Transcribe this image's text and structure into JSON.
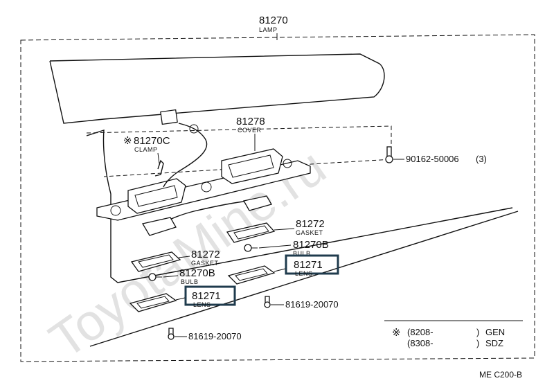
{
  "main": {
    "part_number": "81270",
    "part_name": "LAMP",
    "diagram_code": "ME C200-B"
  },
  "watermark": "ToyotaMine.ru",
  "callouts": {
    "cover": {
      "number": "81278",
      "name": "COVER"
    },
    "clamp": {
      "mark": "※",
      "number": "81270C",
      "name": "CLAMP"
    },
    "screw_top": {
      "number": "90162-50006",
      "qty": "(3)"
    },
    "gasket_right": {
      "number": "81272",
      "name": "GASKET"
    },
    "bulb_right": {
      "number": "81270B",
      "name": "BULB"
    },
    "gasket_left": {
      "number": "81272",
      "name": "GASKET"
    },
    "lens_right": {
      "number": "81271",
      "name": "LENS"
    },
    "bulb_left": {
      "number": "81270B",
      "name": "BULB"
    },
    "lens_left": {
      "number": "81271",
      "name": "LENS"
    },
    "screw_mid": {
      "number": "81619-20070"
    },
    "screw_bottom": {
      "number": "81619-20070"
    }
  },
  "legend": {
    "mark": "※",
    "row1": {
      "range": "(8208-",
      "close": ")",
      "model": "GEN"
    },
    "row2": {
      "range": "(8308-",
      "close": ")",
      "model": "SDZ"
    }
  },
  "highlight_color": "#1f3b4d"
}
